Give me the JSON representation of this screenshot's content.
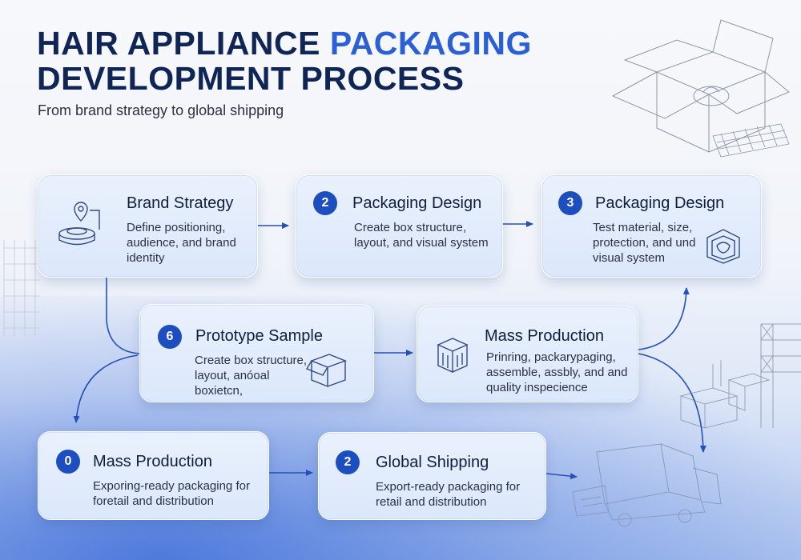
{
  "header": {
    "title_line1_part1": "HAIR APPLIANCE ",
    "title_line1_part2": "PACKAGING",
    "title_line2": "DEVELOPMENT PROCESS",
    "subtitle": "From brand strategy to global shipping"
  },
  "colors": {
    "navy": "#0f2556",
    "accent": "#2b5fd6",
    "badge": "#1d4ebf",
    "arrow": "#2450b8"
  },
  "steps": [
    {
      "badge": "",
      "title": "Brand Strategy",
      "desc": "Define positioning, audience, and brand identity",
      "icon": "map-pin-podium-icon"
    },
    {
      "badge": "2",
      "title": "Packaging Design",
      "desc": "Create box structure, layout, and visual system",
      "icon": ""
    },
    {
      "badge": "3",
      "title": "Packaging Design",
      "desc": "Test material, size, protection, and und visual system",
      "icon": "packaged-product-icon"
    },
    {
      "badge": "6",
      "title": "Prototype Sample",
      "desc": "Create box structure, layout, anóoal boxietcn,",
      "icon": "open-box-icon"
    },
    {
      "badge": "",
      "title": "Mass Production",
      "desc": "Prinring, packarypaging, assemble, assbly, and and quality inspecience",
      "icon": "factory-box-icon"
    },
    {
      "badge": "0",
      "title": "Mass Production",
      "desc": "Exporing-ready packaging for foretail and distribution",
      "icon": ""
    },
    {
      "badge": "2",
      "title": "Global Shipping",
      "desc": "Export-ready packaging for retail and distribution",
      "icon": ""
    }
  ]
}
